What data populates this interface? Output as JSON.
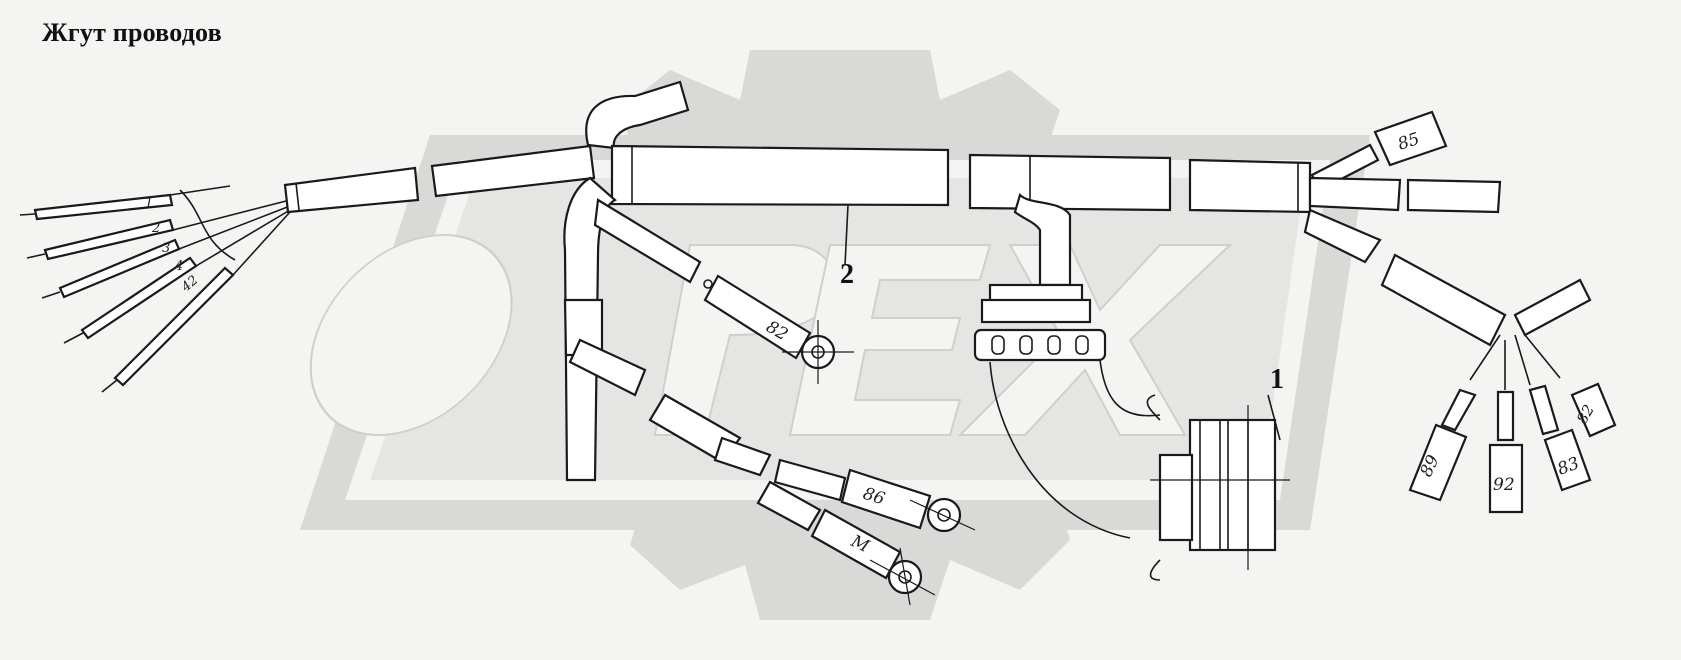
{
  "title": "Жгут проводов",
  "callouts": {
    "c1": "1",
    "c2": "2"
  },
  "wire_labels": {
    "w1": "1",
    "w2": "2",
    "w3": "3",
    "w4": "4",
    "w42": "42",
    "w85": "85",
    "w82a": "82",
    "w82b": "82",
    "w86": "86",
    "wM": "M",
    "w89": "89",
    "w92": "92",
    "w83": "83"
  },
  "watermark": "OPEX",
  "colors": {
    "line": "#1a1a1a",
    "watermark": "#d9d9d7",
    "background": "#f4f4f2"
  }
}
